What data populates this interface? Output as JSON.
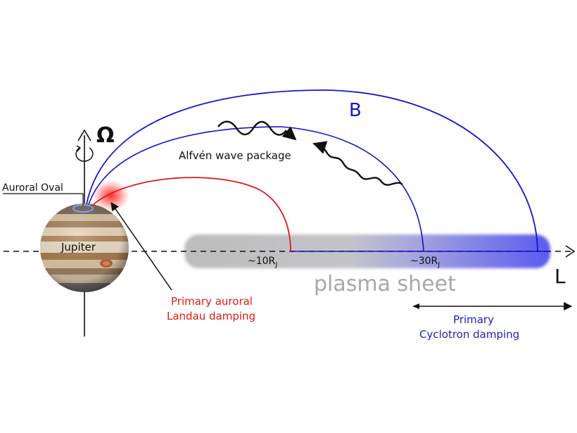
{
  "labels": {
    "omega": "Ω",
    "auroral_oval": "Auroral Oval",
    "jupiter": "Jupiter",
    "field_b": "B",
    "alfven": "Alfvén wave package",
    "r10": "~10R",
    "r30": "~30R",
    "rj_sub": "J",
    "plasma_sheet": "plasma sheet",
    "axis_l": "L",
    "landau_line1": "Primary auroral",
    "landau_line2": "Landau damping",
    "cyclotron_line1": "Primary",
    "cyclotron_line2": "Cyclotron damping"
  },
  "colors": {
    "field_line": "#1515c8",
    "auroral_line": "#e01818",
    "plasma_grey": "#bdbdbd",
    "plasma_blue": "#5a5af0",
    "text_black": "#111111",
    "label_grey": "#a8a8a8",
    "cyclotron_text": "#1e1eb4",
    "landau_text": "#e01818"
  }
}
